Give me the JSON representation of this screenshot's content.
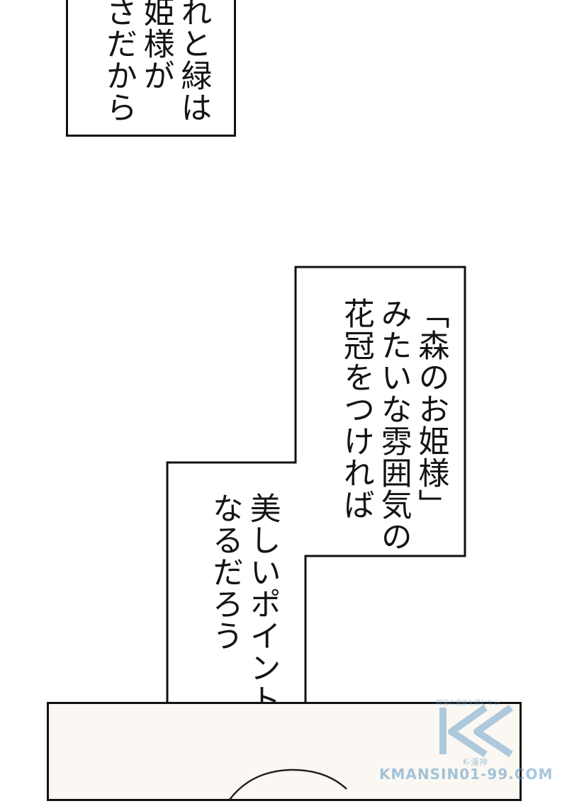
{
  "captions": {
    "top": [
      "れと緑は",
      "姫様が",
      "さだから"
    ],
    "right": [
      "「森のお姫様」",
      "みたいな雰囲気の",
      "花冠をつければ"
    ],
    "left": [
      "美しいポイントに",
      "なるだろう"
    ]
  },
  "watermark": {
    "top": "韓国の漫画を読むなら",
    "sub": "K-漫神",
    "url": "KMANSIN01-99.COM",
    "color": "#5d96c2"
  }
}
